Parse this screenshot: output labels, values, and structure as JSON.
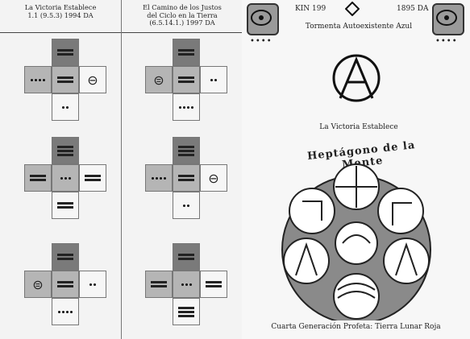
{
  "left_panel": {
    "col1_title": "La Victoria Establece\n1.1 (9.5.3) 1994 DA",
    "col2_title": "El Camino de los Justos\ndel Ciclo en la Tierra\n(6.5.14.1.) 1997 DA"
  },
  "right_panel": {
    "kin": "KIN 199",
    "year": "1895 DA",
    "subtitle": "Tormenta Autoexistente Azul",
    "year_bearer_dots": "••••",
    "mid_caption": "La Victoria Establece",
    "heptagon_title": "Heptágono de la Mente",
    "bottom_caption": "Cuarta Generación Profeta: Tierra Lunar Roja"
  }
}
